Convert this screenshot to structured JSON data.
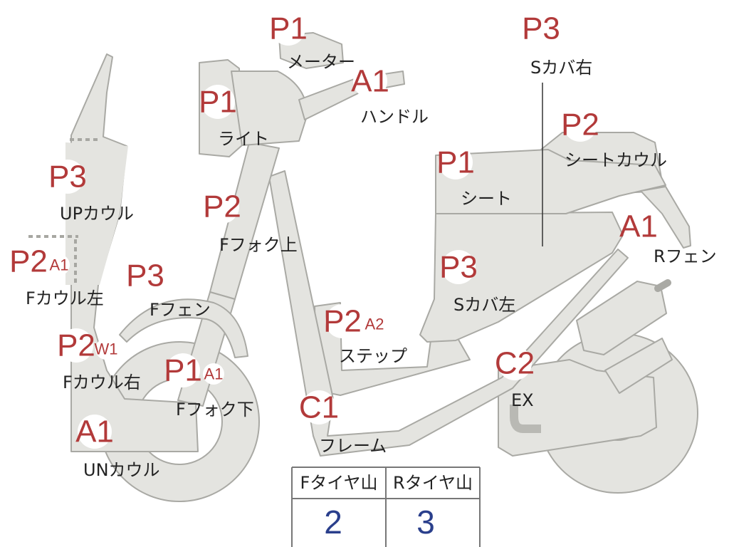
{
  "parts": {
    "meter": {
      "code": "P1",
      "label": "メーター"
    },
    "handle": {
      "code": "A1",
      "label": "ハンドル"
    },
    "light": {
      "code": "P1",
      "label": "ライト"
    },
    "s_cover_r": {
      "code": "P3",
      "label": "Sカバ右"
    },
    "seat_cowl": {
      "code": "P2",
      "label": "シートカウル"
    },
    "seat": {
      "code": "P1",
      "label": "シート"
    },
    "up_cowl": {
      "code": "P3",
      "label": "UPカウル"
    },
    "f_fork_up": {
      "code": "P2",
      "label": "Fフォク上"
    },
    "r_fender": {
      "code": "A1",
      "label": "Rフェン"
    },
    "f_cowl_l": {
      "code": "P2",
      "code2": "A1",
      "label": "Fカウル左"
    },
    "f_fender": {
      "code": "P3",
      "label": "Fフェン"
    },
    "s_cover_l": {
      "code": "P3",
      "label": "Sカバ左"
    },
    "step": {
      "code": "P2",
      "code2": "A2",
      "label": "ステップ"
    },
    "f_cowl_r": {
      "code": "P2",
      "code2": "W1",
      "label": "Fカウル右"
    },
    "f_fork_low": {
      "code": "P1",
      "code2": "A1",
      "label": "Fフォク下"
    },
    "exhaust": {
      "code": "C2",
      "label": "EX"
    },
    "frame": {
      "code": "C1",
      "label": "フレーム"
    },
    "un_cowl": {
      "code": "A1",
      "label": "UNカウル"
    }
  },
  "tire_table": {
    "front_header": "Fタイヤ山",
    "rear_header": "Rタイヤ山",
    "front_value": "2",
    "rear_value": "3"
  }
}
